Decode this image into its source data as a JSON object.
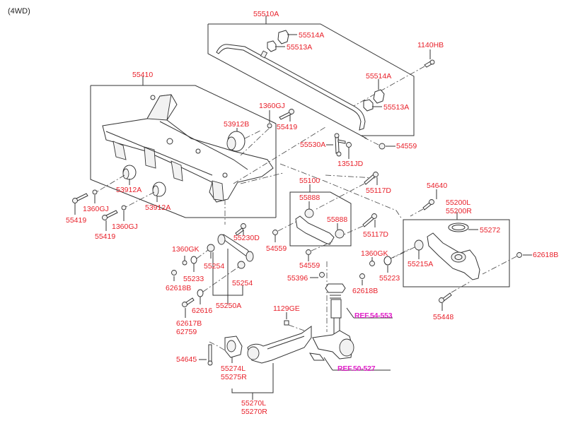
{
  "diagram": {
    "variant_label": "(4WD)",
    "colors": {
      "part_label": "#e8202a",
      "reference_link": "#e020c8",
      "linework": "#333333"
    },
    "labels": {
      "p55510A": "55510A",
      "p55514A_1": "55514A",
      "p55513A_1": "55513A",
      "p1140HB": "1140HB",
      "p55514A_2": "55514A",
      "p55513A_2": "55513A",
      "p55410": "55410",
      "p1360GJ_1": "1360GJ",
      "p53912B": "53912B",
      "p55419_1": "55419",
      "p55530A": "55530A",
      "p54559_1": "54559",
      "p1351JD": "1351JD",
      "p53912A_1": "53912A",
      "p53912A_2": "53912A",
      "p1360GJ_2": "1360GJ",
      "p1360GJ_3": "1360GJ",
      "p55419_2": "55419",
      "p55419_3": "55419",
      "p55100": "55100",
      "p55117D_1": "55117D",
      "p55888_1": "55888",
      "p55888_2": "55888",
      "p55117D_2": "55117D",
      "p54559_2": "54559",
      "p54559_3": "54559",
      "p55396": "55396",
      "p1360GK_2": "1360GK",
      "p55223": "55223",
      "p62618B_2": "62618B",
      "p54640": "54640",
      "p55200": "55200L\n55200R",
      "p55272": "55272",
      "p55215A": "55215A",
      "p62618B_3": "62618B",
      "p55448": "55448",
      "p55230D": "55230D",
      "p1360GK_1": "1360GK",
      "p55233": "55233",
      "p62618B_1": "62618B",
      "p55254_1": "55254",
      "p55254_2": "55254",
      "p62616": "62616",
      "p55250A": "55250A",
      "p62617B": "62617B\n62759",
      "p1129GE": "1129GE",
      "p54645": "54645",
      "p55274": "55274L\n55275R",
      "p55270": "55270L\n55270R"
    },
    "references": {
      "ref1": "REF.54-553",
      "ref2": "REF.50-527"
    }
  }
}
